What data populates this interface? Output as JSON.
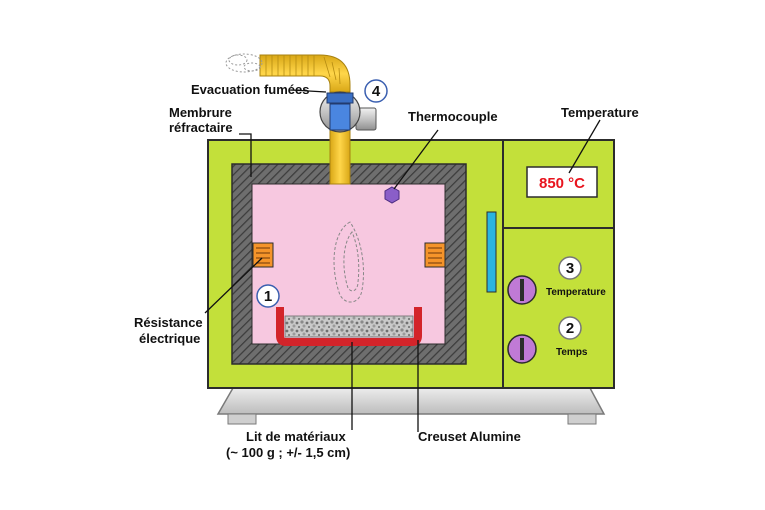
{
  "labels": {
    "evacuation": "Evacuation fumées",
    "membrure_l1": "Membrure",
    "membrure_l2": "réfractaire",
    "thermocouple": "Thermocouple",
    "temperature": "Temperature",
    "resistance_l1": "Résistance",
    "resistance_l2": "électrique",
    "lit_l1": "Lit de matériaux",
    "lit_l2": "(~ 100 g ; +/- 1,5 cm)",
    "creuset": "Creuset Alumine",
    "knob_temperature": "Temperature",
    "knob_temps": "Temps"
  },
  "display": {
    "value": "850 °C",
    "color": "#e8141e"
  },
  "markers": {
    "m1": "1",
    "m2": "2",
    "m3": "3",
    "m4": "4"
  },
  "icons": {
    "smoke": "smoke-cloud-icon",
    "fume_fan": "extraction-fan-icon",
    "knob": "rotary-knob-icon",
    "heater": "heating-element-icon",
    "flame": "heat-plume-icon",
    "sensor": "thermocouple-probe-icon"
  },
  "colors": {
    "oven_body": "#c3e03a",
    "chamber": "#f7c8e0",
    "refractory": "#6e6e6e",
    "pipe": "#f2c22c",
    "crucible": "#d3242a",
    "heater": "#f5942a",
    "window": "#2ab4e0",
    "knob": "#c07ad6",
    "base": "#dadada"
  }
}
